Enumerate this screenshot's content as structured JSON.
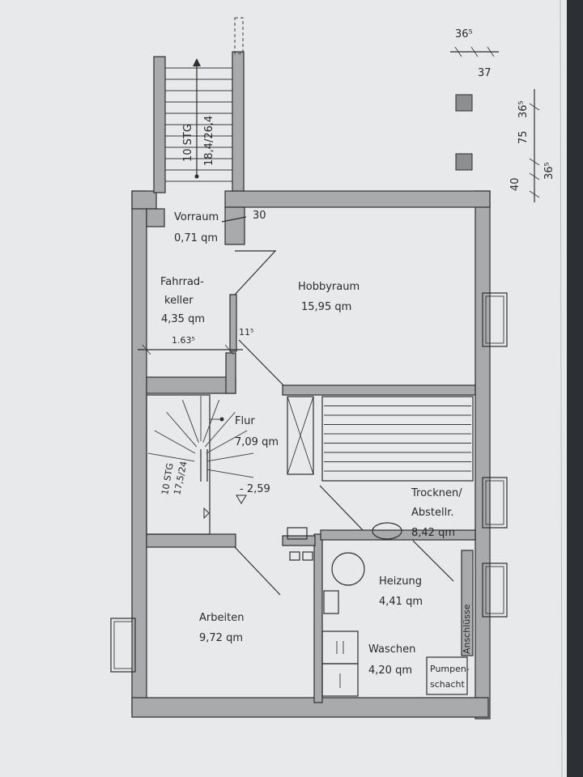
{
  "rooms": {
    "vorraum": {
      "name": "Vorraum",
      "area": "0,71 qm"
    },
    "fahrradkeller": {
      "name_line1": "Fahrrad-",
      "name_line2": "keller",
      "area": "4,35 qm",
      "dim": "1.63⁵"
    },
    "hobbyraum": {
      "name": "Hobbyraum",
      "area": "15,95 qm"
    },
    "flur": {
      "name": "Flur",
      "area": "7,09 qm"
    },
    "trocknen": {
      "name_line1": "Trocknen/",
      "name_line2": "Abstellr.",
      "area": "8,42 qm"
    },
    "heizung": {
      "name": "Heizung",
      "area": "4,41 qm"
    },
    "arbeiten": {
      "name": "Arbeiten",
      "area": "9,72 qm"
    },
    "waschen": {
      "name": "Waschen",
      "area": "4,20 qm"
    }
  },
  "stairs": {
    "outer": {
      "steps": "10 STG",
      "ratio": "18,4/26,4"
    },
    "inner": {
      "steps": "10 STG",
      "ratio": "17,5/24"
    }
  },
  "dimensions": {
    "d30": "30",
    "d11": "11⁵",
    "level": "- 2,59",
    "legend_365_a": "36⁵",
    "legend_37": "37",
    "legend_365_b": "36⁵",
    "legend_75": "75",
    "legend_40": "40",
    "legend_365_c": "36⁵"
  },
  "labels": {
    "anschluesse": "Anschlüsse",
    "pumpen_line1": "Pumpen-",
    "pumpen_line2": "schacht"
  }
}
